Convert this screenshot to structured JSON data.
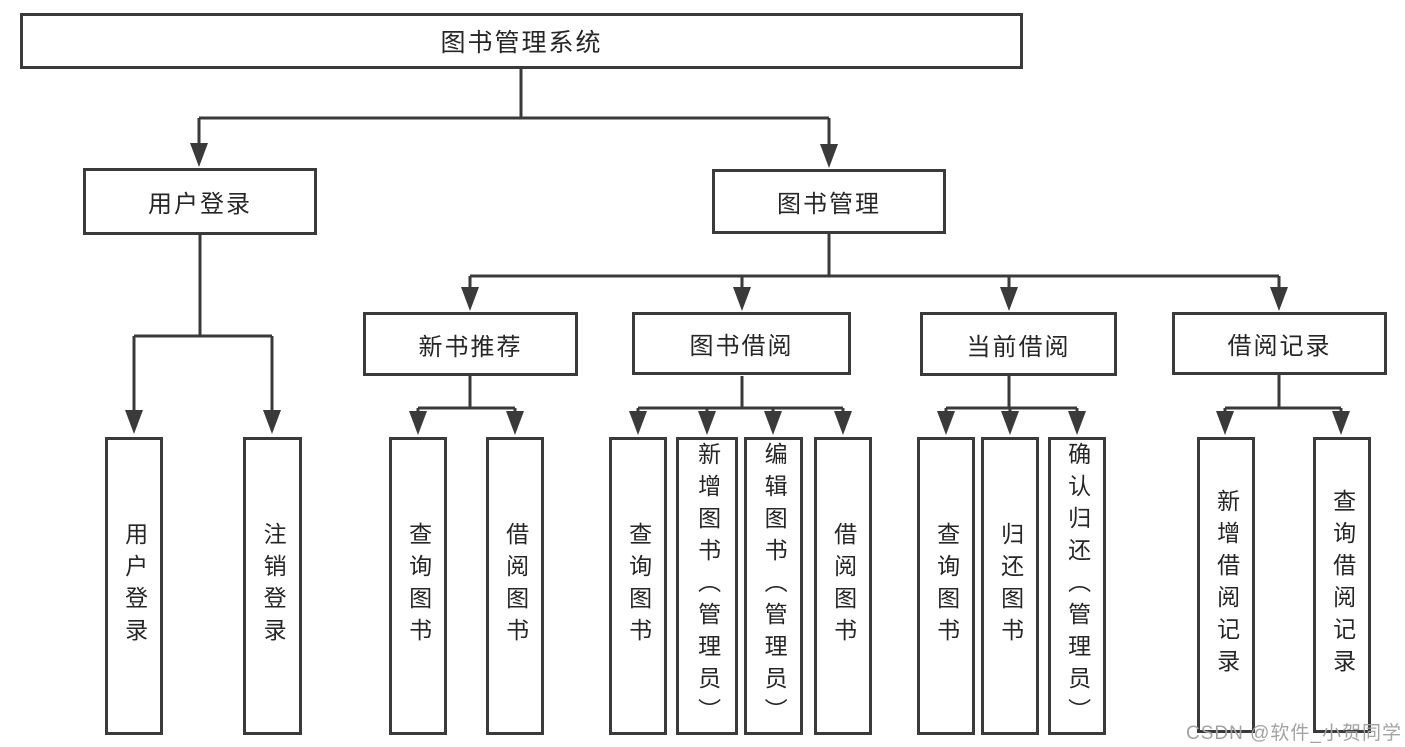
{
  "nodes": {
    "root": "图书管理系统",
    "user_login": "用户登录",
    "book_mgmt": "图书管理",
    "new_book_rec": "新书推荐",
    "book_borrow": "图书借阅",
    "current_borrow": "当前借阅",
    "borrow_record": "借阅记录",
    "leaf_user_login": "用户登录",
    "leaf_logout": "注销登录",
    "leaf_query_book_rec": "查询图书",
    "leaf_borrow_book_rec": "借阅图书",
    "leaf_query_book_bb": "查询图书",
    "leaf_add_book": "新增图书（管理员）",
    "leaf_edit_book": "编辑图书（管理员）",
    "leaf_borrow_book_bb": "借阅图书",
    "leaf_query_book_cb": "查询图书",
    "leaf_return_book": "归还图书",
    "leaf_confirm_return": "确认归还（管理员）",
    "leaf_add_record": "新增借阅记录",
    "leaf_query_record": "查询借阅记录"
  },
  "watermark": "CSDN @软件_小贺同学",
  "colors": {
    "line": "#3a3a3a",
    "text": "#262626",
    "watermark": "#a3a3a3",
    "background": "#ffffff"
  }
}
